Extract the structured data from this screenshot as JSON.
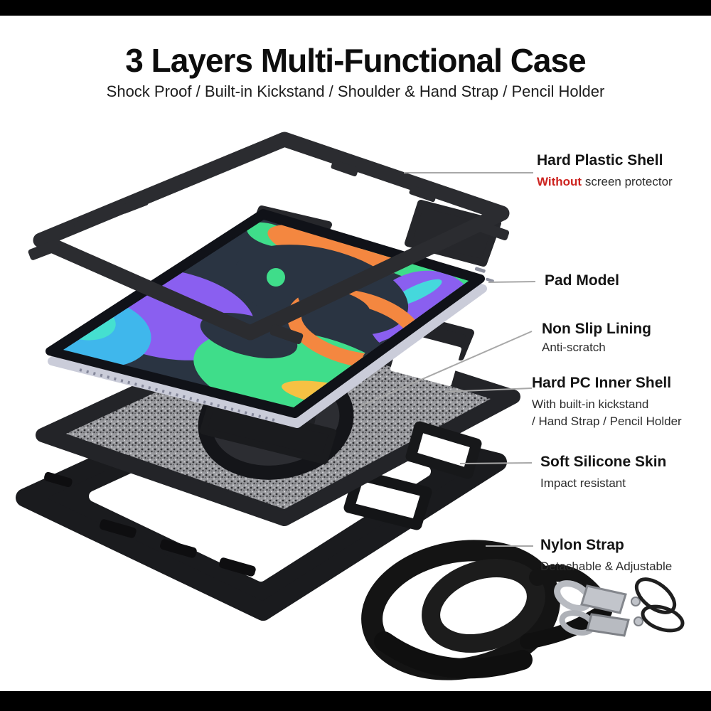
{
  "header": {
    "title": "3 Layers Multi-Functional Case",
    "subtitle": "Shock Proof / Built-in Kickstand / Shoulder & Hand Strap / Pencil Holder"
  },
  "annotations": {
    "hard_plastic_shell": {
      "title": "Hard Plastic Shell",
      "note_accent": "Without",
      "note_rest": "screen protector"
    },
    "pad_model": {
      "title": "Pad Model"
    },
    "non_slip_lining": {
      "title": "Non Slip Lining",
      "note": "Anti-scratch"
    },
    "hard_pc_inner_shell": {
      "title": "Hard PC Inner Shell",
      "note_line1": "With built-in kickstand",
      "note_line2": "/ Hand Strap / Pencil Holder"
    },
    "soft_silicone_skin": {
      "title": "Soft Silicone Skin",
      "note": "Impact resistant"
    },
    "nylon_strap": {
      "title": "Nylon Strap",
      "note": "Detachable & Adjustable"
    }
  },
  "colors": {
    "accent_red": "#cd2420",
    "text_primary": "#141414",
    "text_secondary": "#2d2d2d",
    "leader_line": "#a8a8a8",
    "case_black": "#232428",
    "lining_gray": "#98999d",
    "tablet_silver": "#caccd9",
    "screen_navy": "#2a3442",
    "screen_green": "#3fdd8a",
    "screen_purple": "#8a5ff0",
    "screen_orange": "#f48740",
    "screen_teal": "#45d8dc",
    "screen_yellow": "#f6c143",
    "metal_silver": "#b8bbc1",
    "letterbox": "#000000"
  }
}
